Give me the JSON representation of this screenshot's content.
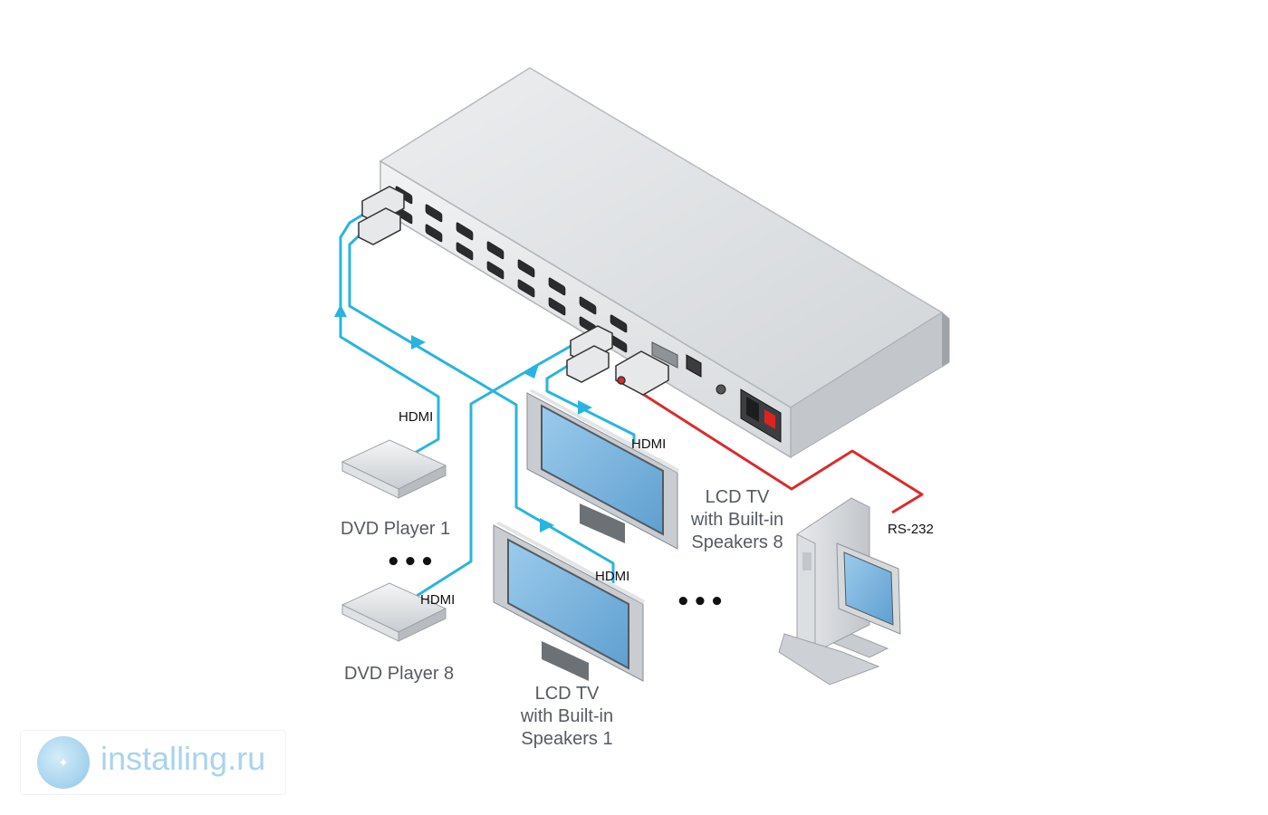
{
  "cable_labels": {
    "hdmi_dvd1": "HDMI",
    "hdmi_dvd8": "HDMI",
    "hdmi_tv8": "HDMI",
    "hdmi_tv1": "HDMI",
    "rs232": "RS-232"
  },
  "devices": {
    "dvd1": "DVD Player 1",
    "dvd8": "DVD Player 8",
    "tv8_lines": [
      "LCD TV",
      "with Built-in",
      "Speakers 8"
    ],
    "tv1_lines": [
      "LCD TV",
      "with Built-in",
      "Speakers 1"
    ]
  },
  "ellipsis": {
    "dvd": "•••",
    "tv": "•••"
  },
  "watermark": {
    "text": "installing.ru"
  },
  "colors": {
    "hdmi_cable": "#27b5df",
    "rs232_cable": "#d92b2b",
    "switcher_body": "#d9dcdf",
    "screen": "#7fb8e2",
    "label_text": "#555a60",
    "watermark_text": "#a9d3ee"
  }
}
